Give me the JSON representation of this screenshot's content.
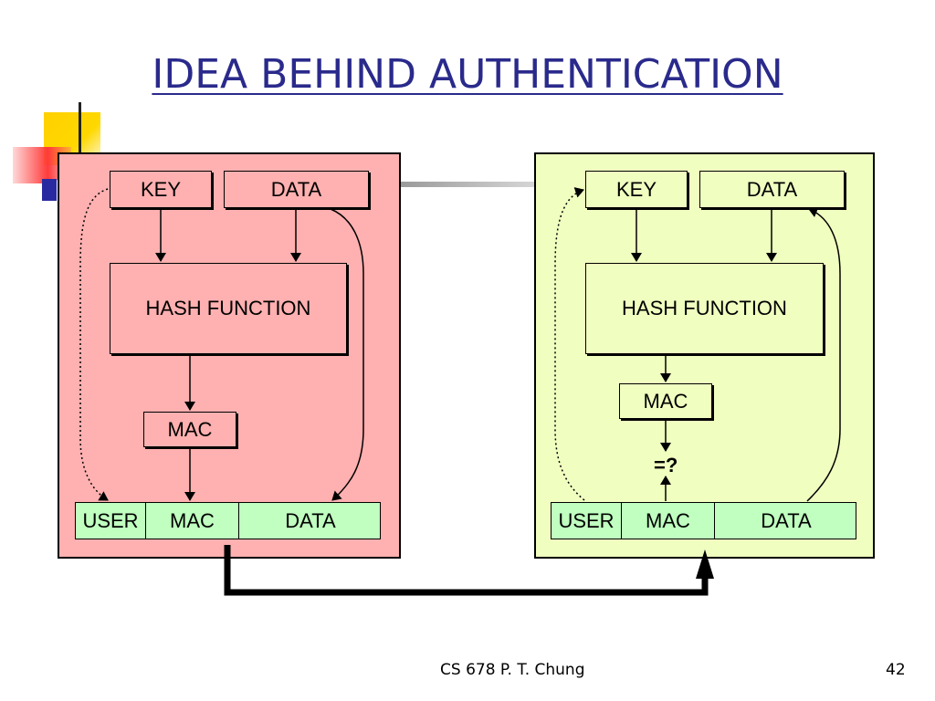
{
  "title": "IDEA BEHIND AUTHENTICATION",
  "sender": {
    "key": "KEY",
    "data": "DATA",
    "hash": "HASH FUNCTION",
    "mac": "MAC",
    "packet": [
      "USER",
      "MAC",
      "DATA"
    ]
  },
  "receiver": {
    "key": "KEY",
    "data": "DATA",
    "hash": "HASH FUNCTION",
    "mac": "MAC",
    "compare": "=?",
    "packet": [
      "USER",
      "MAC",
      "DATA"
    ]
  },
  "footer": {
    "course": "CS 678   P. T. Chung",
    "page": "42"
  },
  "colors": {
    "title": "#2a2a8c",
    "sender_panel": "#ffb0b0",
    "receiver_panel": "#f0ffc0",
    "packet": "#c0ffc0"
  }
}
